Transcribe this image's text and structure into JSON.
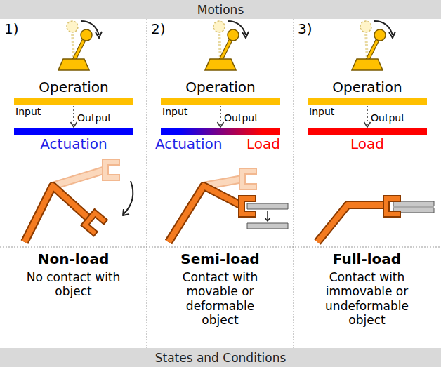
{
  "diagram": {
    "nodes": [
      {
        "text": [
          "Motions"
        ]
      },
      {
        "text": [
          "Operation"
        ]
      },
      {
        "text": [
          "Actuation"
        ]
      },
      {
        "text": [
          "Operation"
        ]
      },
      {
        "text": [
          "Actuation",
          "Load"
        ]
      },
      {
        "text": [
          "Operation"
        ]
      },
      {
        "text": [
          "Load"
        ]
      },
      {
        "text": [
          "States and Conditions"
        ]
      }
    ],
    "edges": [
      {
        "from": 1,
        "to": 2,
        "arrow": "to"
      },
      {
        "from": 3,
        "to": 4,
        "arrow": "to"
      },
      {
        "from": 5,
        "to": 6,
        "arrow": "to"
      }
    ],
    "labels": [
      "1)",
      "Input",
      "Output",
      "Non-load",
      "No contact with object",
      "2)",
      "Input",
      "Output",
      "Semi-load",
      "Contact with movable or deformable object",
      "3)",
      "Input",
      "Output",
      "Full-load",
      "Contact with immovable or undeformable object"
    ]
  }
}
